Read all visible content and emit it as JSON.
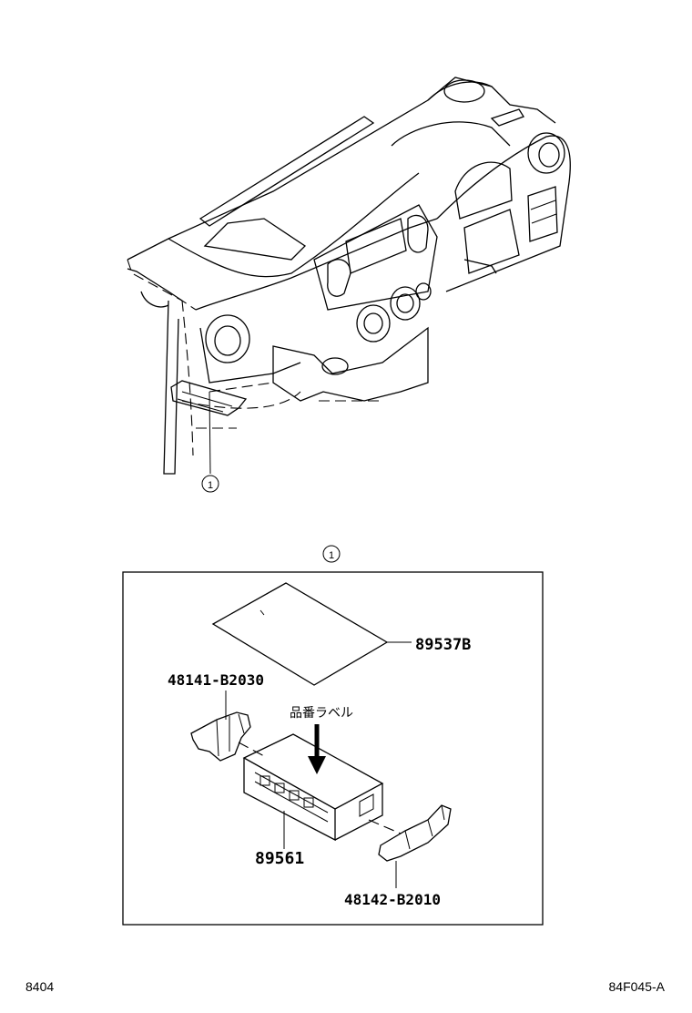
{
  "callout_marker": "①",
  "parts": {
    "cover": "89537B",
    "bracket_left": "48141-B2030",
    "module": "89561",
    "bracket_right": "48142-B2010"
  },
  "label_note": "品番ラベル",
  "footer": {
    "left_code": "8404",
    "right_code": "84F045-A"
  }
}
